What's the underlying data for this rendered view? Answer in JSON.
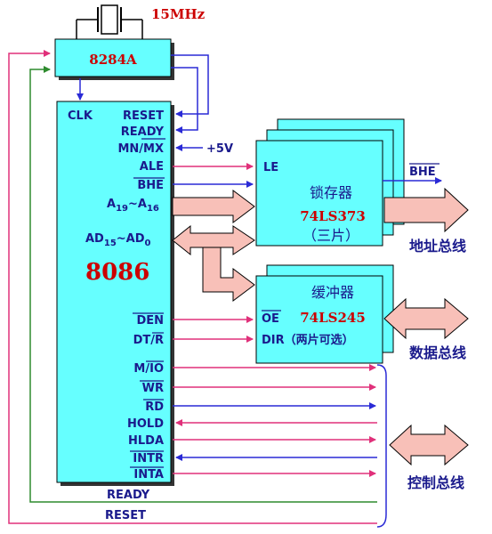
{
  "crystal_freq": "15MHz",
  "clock_gen_label": "8284A",
  "cpu": {
    "name": "8086",
    "pins": {
      "clk": "CLK",
      "reset": "RESET",
      "ready": "READY",
      "mn_mx": "MN/MX",
      "ale": "ALE",
      "bhe": "BHE",
      "addr_high_base": "A",
      "addr_high_sub1": "19",
      "addr_high_tilde": "~A",
      "addr_high_sub2": "16",
      "ad_base": "AD",
      "ad_sub1": "15",
      "ad_tilde": "~AD",
      "ad_sub2": "0",
      "den": "DEN",
      "dt_r_dt": "DT/",
      "dt_r_r": "R",
      "m_io_m": "M/",
      "m_io_io": "IO",
      "wr": "WR",
      "rd": "RD",
      "hold": "HOLD",
      "hlda": "HLDA",
      "intr": "INTR",
      "inta": "INTA"
    }
  },
  "plus5v": "+5V",
  "latch": {
    "le": "LE",
    "title": "锁存器",
    "part": "74LS373",
    "count": "（三片）",
    "bhe_out": "BHE"
  },
  "buffer": {
    "oe": "OE",
    "dir": "DIR（两片可选）",
    "title": "缓冲器",
    "part": "74LS245"
  },
  "buses": {
    "address": "地址总线",
    "data": "数据总线",
    "control": "控制总线"
  },
  "bottom_lines": {
    "ready": "READY",
    "reset": "RESET"
  },
  "colors": {
    "box_fill": "#66ffff",
    "red_text": "#cc0000",
    "blue_line": "#2a2ad6",
    "pink_line": "#e0307a",
    "green_line": "#2e8b2e",
    "bus_arrow_fill": "#f8c0b8"
  }
}
